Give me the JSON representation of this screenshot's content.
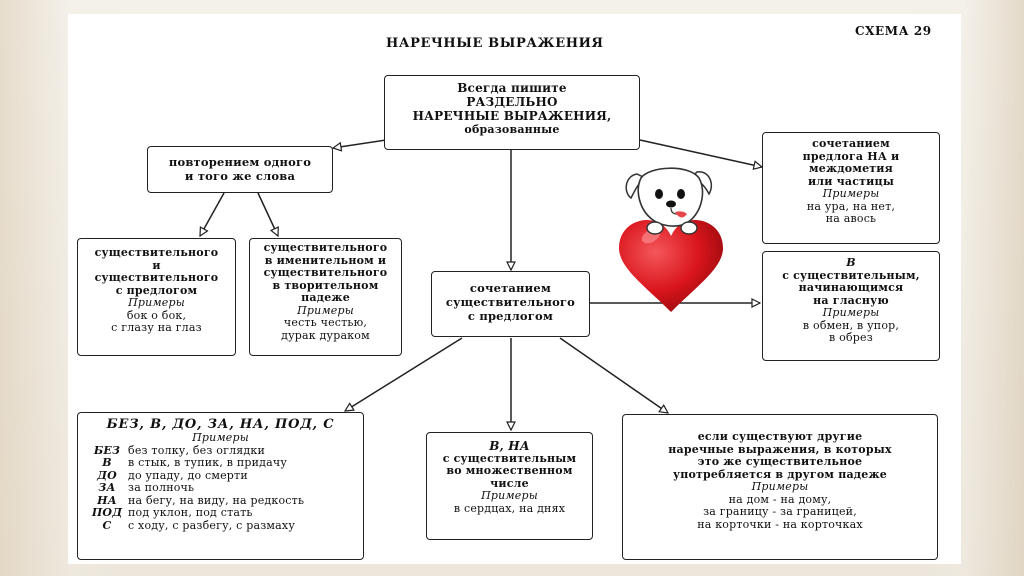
{
  "title": "НАРЕЧНЫЕ ВЫРАЖЕНИЯ",
  "schema_label": "СХЕМА 29",
  "root": {
    "lines": [
      "Всегда пишите",
      "РАЗДЕЛЬНО",
      "НАРЕЧНЫЕ ВЫРАЖЕНИЯ,",
      "образованные"
    ]
  },
  "repetition": {
    "lines": [
      "повторением одного",
      "и того же слова"
    ]
  },
  "noun_noun": {
    "lines": [
      "существительного",
      "и",
      "существительного",
      "с предлогом"
    ],
    "examples_label": "Примеры",
    "examples": [
      "бок о бок,",
      "с глазу на глаз"
    ]
  },
  "nom_instr": {
    "lines": [
      "существительного",
      "в именительном и",
      "существительного",
      "в творительном",
      "падеже"
    ],
    "examples_label": "Примеры",
    "examples": [
      "честь честью,",
      "дурак дураком"
    ]
  },
  "noun_prep": {
    "lines": [
      "сочетанием",
      "существительного",
      "с предлогом"
    ]
  },
  "interjection": {
    "lines": [
      "сочетанием",
      "предлога НА и",
      "междометия",
      "или частицы"
    ],
    "examples_label": "Примеры",
    "examples": [
      "на ура, на нет,",
      "на авось"
    ]
  },
  "vowel": {
    "head": "В",
    "lines": [
      "с существительным,",
      "начинающимся",
      "на гласную"
    ],
    "examples_label": "Примеры",
    "examples": [
      "в обмен, в упор,",
      "в обрез"
    ]
  },
  "prepositions": {
    "head": "БЕЗ, В, ДО, ЗА, НА, ПОД, С",
    "examples_label": "Примеры",
    "rows": [
      {
        "k": "БЕЗ",
        "v": "без толку, без оглядки"
      },
      {
        "k": "В",
        "v": "в стык, в тупик, в придачу"
      },
      {
        "k": "ДО",
        "v": "до упаду, до смерти"
      },
      {
        "k": "ЗА",
        "v": "за полночь"
      },
      {
        "k": "НА",
        "v": "на бегу, на виду, на редкость"
      },
      {
        "k": "ПОД",
        "v": "под уклон, под стать"
      },
      {
        "k": "С",
        "v": "с ходу, с разбегу, с размаху"
      }
    ]
  },
  "plural": {
    "head": "В, НА",
    "lines": [
      "с существительным",
      "во множественном",
      "числе"
    ],
    "examples_label": "Примеры",
    "examples": [
      "в сердцах, на днях"
    ]
  },
  "other_case": {
    "lines": [
      "если существуют другие",
      "наречные выражения, в которых",
      "это же существительное",
      "употребляется в другом падеже"
    ],
    "examples_label": "Примеры",
    "examples": [
      "на дом - на дому,",
      "за границу - за границей,",
      "на корточки - на корточках"
    ]
  },
  "colors": {
    "heart": "#d9151c",
    "heart_light": "#f4575c",
    "border": "#222222"
  },
  "illustration": "dog-on-heart"
}
